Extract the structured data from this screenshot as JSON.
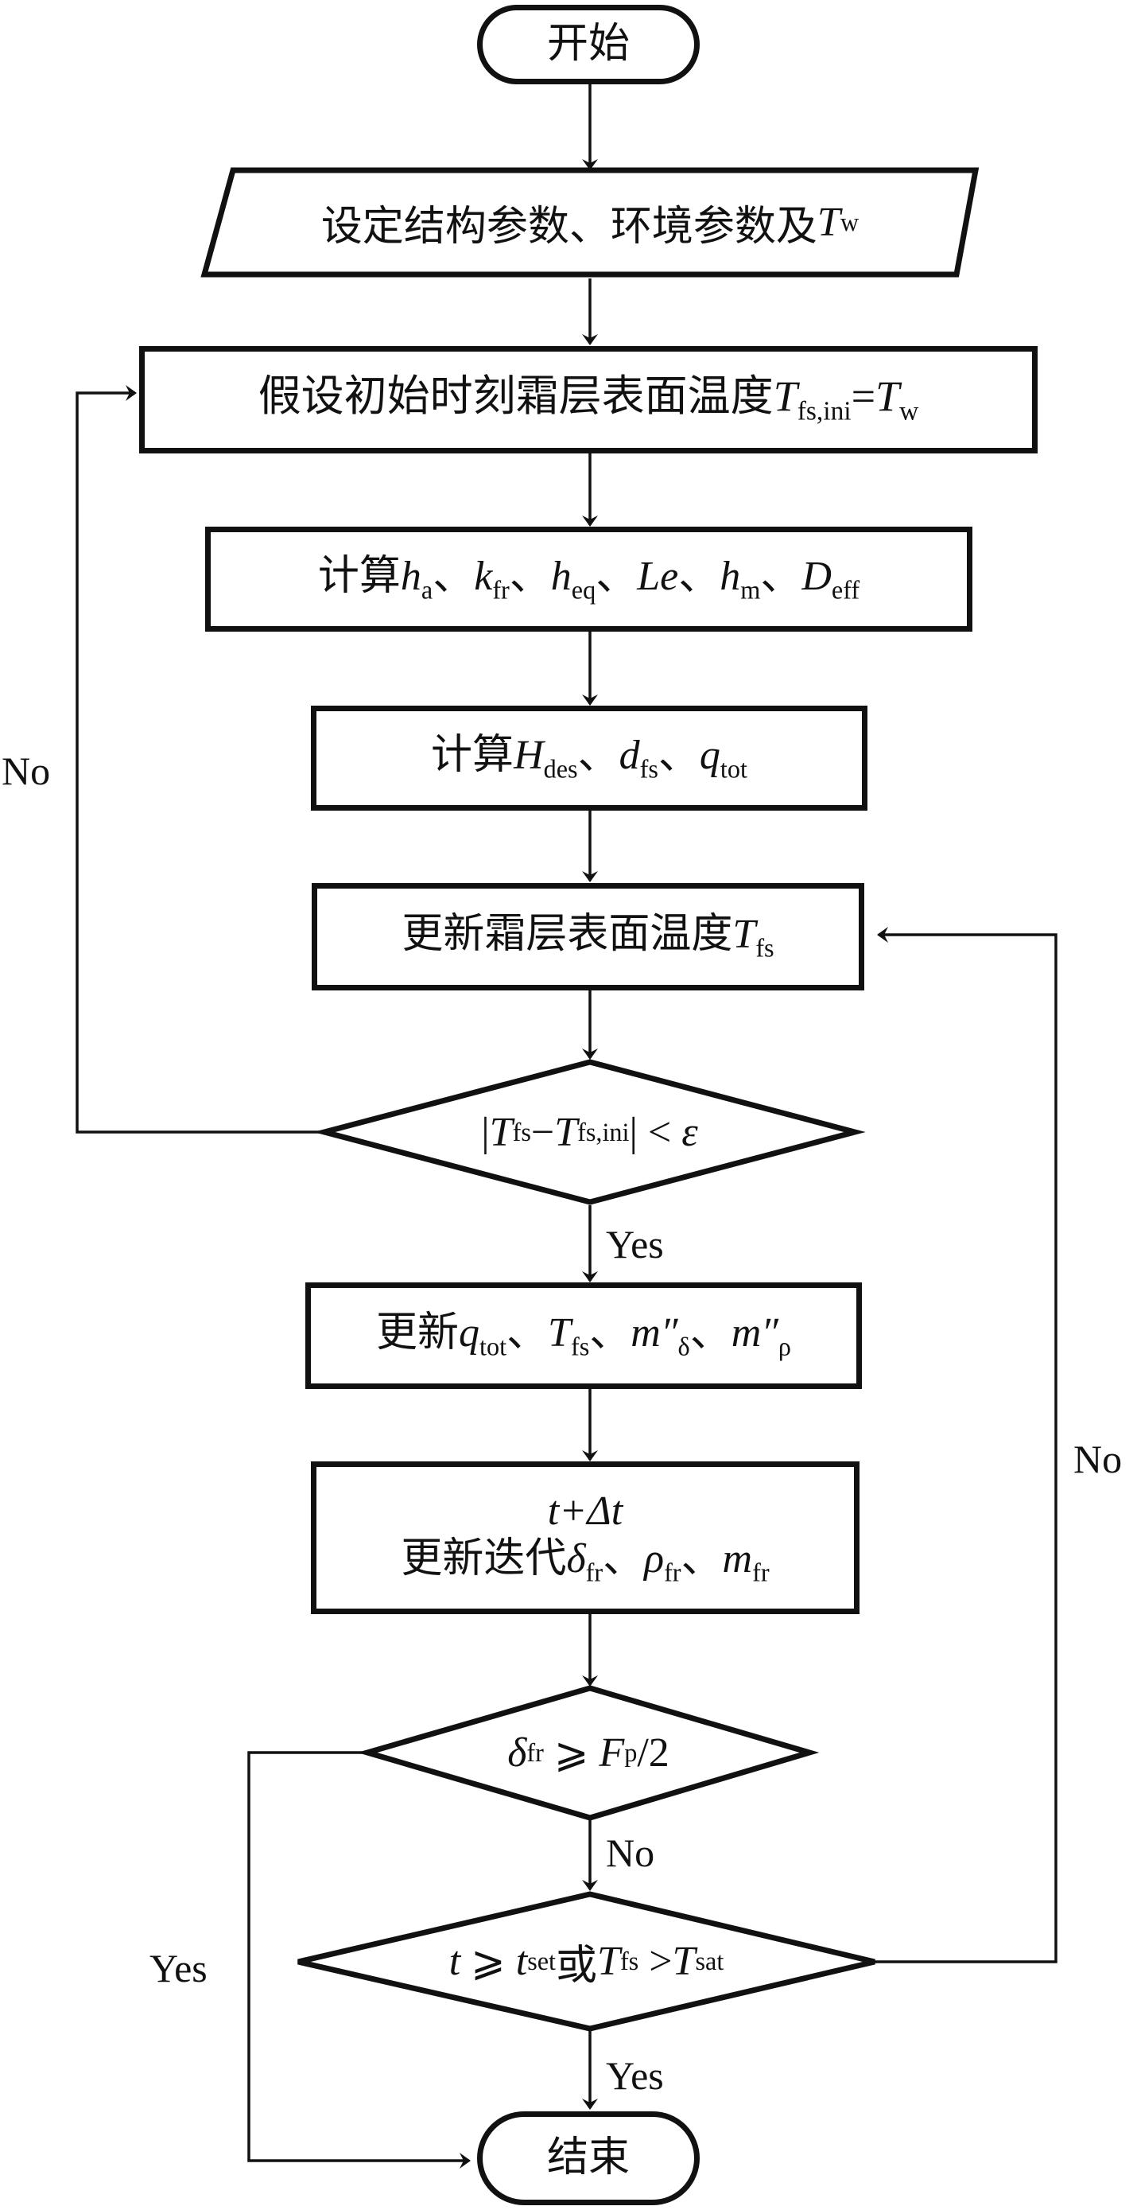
{
  "flowchart": {
    "start": {
      "label": "开始"
    },
    "input": {
      "label_cn": "设定结构参数、环境参数及",
      "var": "T",
      "sub": "w"
    },
    "assume": {
      "label_cn": "假设初始时刻霜层表面温度",
      "var1": "T",
      "sub1": "fs,ini",
      "eq": "=",
      "var2": "T",
      "sub2": "w"
    },
    "calc1": {
      "label_cn": "计算",
      "terms": [
        {
          "v": "h",
          "s": "a"
        },
        {
          "v": "k",
          "s": "fr"
        },
        {
          "v": "h",
          "s": "eq"
        },
        {
          "v": "Le",
          "s": ""
        },
        {
          "v": "h",
          "s": "m"
        },
        {
          "v": "D",
          "s": "eff"
        }
      ],
      "sep": "、"
    },
    "calc2": {
      "label_cn": "计算",
      "terms": [
        {
          "v": "H",
          "s": "des"
        },
        {
          "v": "d",
          "s": "fs"
        },
        {
          "v": "q",
          "s": "tot"
        }
      ],
      "sep": "、"
    },
    "update_tfs": {
      "label_cn": "更新霜层表面温度",
      "var": "T",
      "sub": "fs"
    },
    "decision1": {
      "abs_open": "|",
      "v1": "T",
      "s1": "fs",
      "minus": "−",
      "v2": "T",
      "s2": "fs,ini",
      "abs_close": "|",
      "op": " < ",
      "eps": "ε"
    },
    "update2": {
      "label_cn": "更新",
      "terms": [
        {
          "v": "q",
          "s": "tot"
        },
        {
          "v": "T",
          "s": "fs"
        },
        {
          "v": "m″",
          "s": "δ"
        },
        {
          "v": "m″",
          "s": "ρ"
        }
      ],
      "sep": "、"
    },
    "iterate": {
      "line1": "t+Δt",
      "label_cn": "更新迭代",
      "terms": [
        {
          "v": "δ",
          "s": "fr"
        },
        {
          "v": "ρ",
          "s": "fr"
        },
        {
          "v": "m",
          "s": "fr"
        }
      ],
      "sep": "、"
    },
    "decision2": {
      "v1": "δ",
      "s1": "fr",
      "op": " ⩾ ",
      "v2": "F",
      "s2": "p",
      "tail": "/2"
    },
    "decision3": {
      "v1": "t",
      "op1": " ⩾ ",
      "v2": "t",
      "s2": "set",
      "cn": "或",
      "v3": "T",
      "s3": "fs",
      "op2": " >",
      "v4": "T",
      "s4": "sat"
    },
    "end": {
      "label": "结束"
    },
    "edge_labels": {
      "no_loop_left": "No",
      "yes_d1": "Yes",
      "no_d2": "No",
      "yes_d3": "Yes",
      "yes_d2_left": "Yes",
      "no_loop_right": "No"
    }
  }
}
